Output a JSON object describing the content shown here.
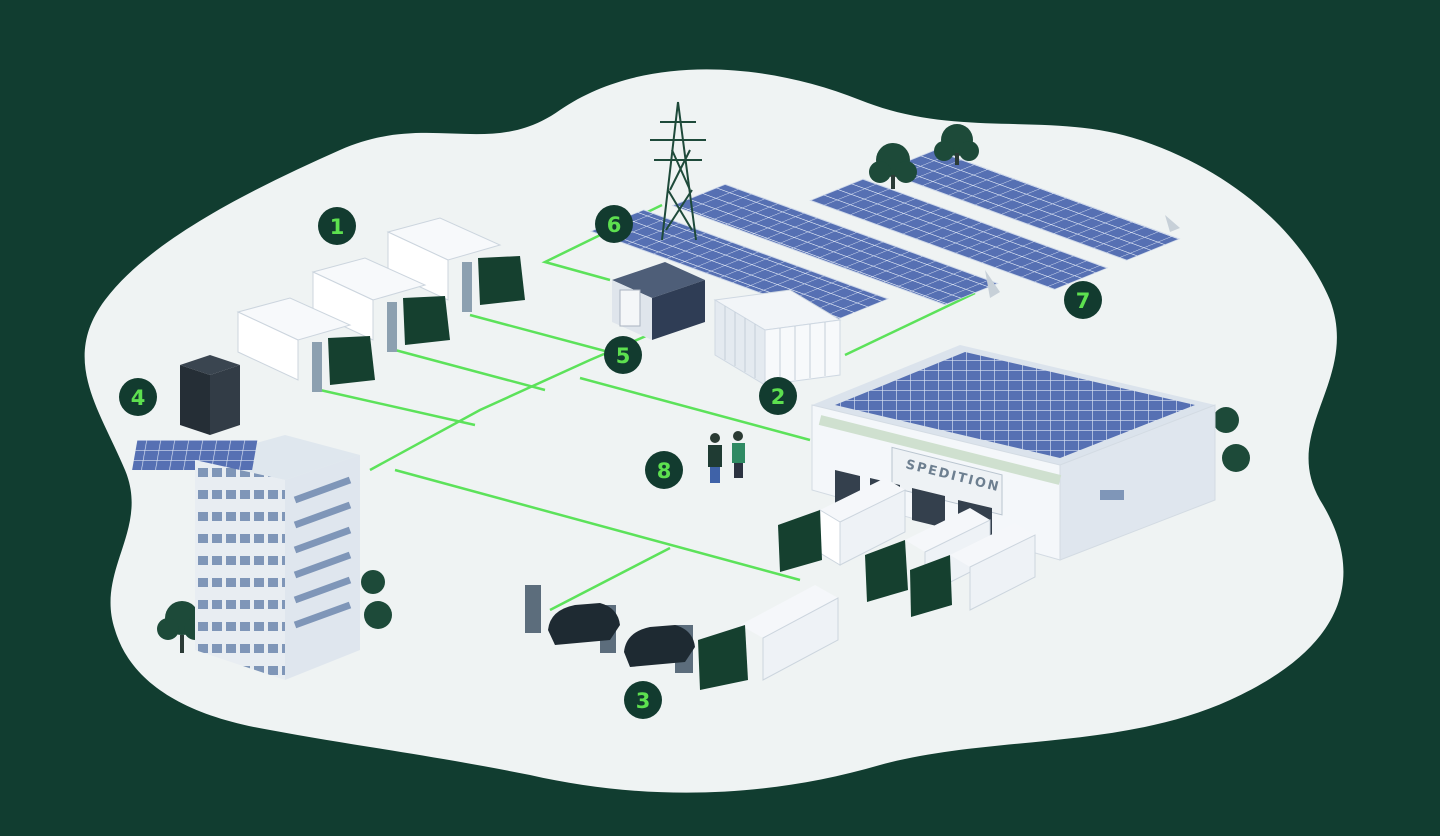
{
  "markers": [
    {
      "id": "1",
      "label": "1"
    },
    {
      "id": "2",
      "label": "2"
    },
    {
      "id": "3",
      "label": "3"
    },
    {
      "id": "4",
      "label": "4"
    },
    {
      "id": "5",
      "label": "5"
    },
    {
      "id": "6",
      "label": "6"
    },
    {
      "id": "7",
      "label": "7"
    },
    {
      "id": "8",
      "label": "8"
    }
  ],
  "warehouse": {
    "sign": "SPEDITION"
  },
  "colors": {
    "background": "#113d30",
    "island": "#eff3f3",
    "marker_fill": "#123b2f",
    "marker_text": "#5de04f",
    "wire": "#5ce25a",
    "truck_cab": "#15402f",
    "solar": "#5a73b4"
  }
}
